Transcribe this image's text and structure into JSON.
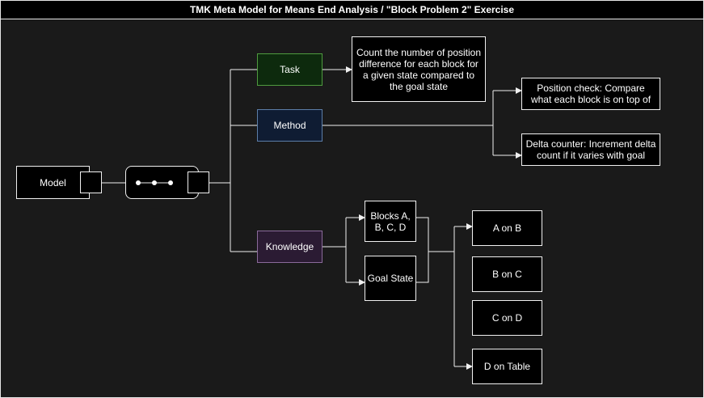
{
  "title": "TMK Meta Model for Means End Analysis / \"Block Problem 2\" Exercise",
  "colors": {
    "task_fill": "#0d2a0d",
    "task_border": "#4f9a3f",
    "method_fill": "#0f1c33",
    "method_border": "#5c7ea8",
    "knowledge_fill": "#2b1b33",
    "knowledge_border": "#8a6a9a"
  },
  "nodes": {
    "model": "Model",
    "task": "Task",
    "method": "Method",
    "knowledge": "Knowledge",
    "task_description": "Count the number of position difference for each block for a given state compared to the goal state",
    "position_check": "Position check: Compare what each block is on top of",
    "delta_counter": "Delta counter: Increment delta count if it varies with goal",
    "blocks": "Blocks A, B, C, D",
    "goal_state": "Goal State",
    "a_on_b": "A on B",
    "b_on_c": "B on C",
    "c_on_d": "C on D",
    "d_on_table": "D on Table"
  }
}
